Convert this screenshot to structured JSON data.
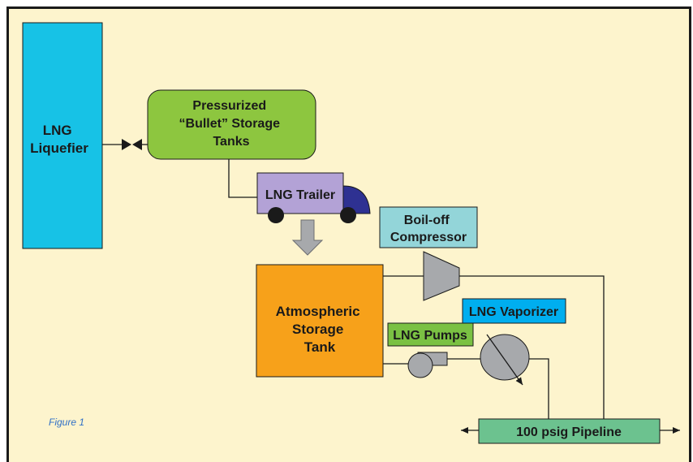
{
  "nodes": {
    "liquefier": [
      "LNG",
      "Liquefier"
    ],
    "bullet_tanks": [
      "Pressurized",
      "“Bullet” Storage",
      "Tanks"
    ],
    "trailer": "LNG Trailer",
    "boil_off": [
      "Boil-off",
      "Compressor"
    ],
    "storage_tank": [
      "Atmospheric",
      "Storage",
      "Tank"
    ],
    "pumps": "LNG Pumps",
    "vaporizer": "LNG Vaporizer",
    "pipeline": "100 psig Pipeline"
  },
  "caption": "Figure 1",
  "colors": {
    "background": "#fdf4cd",
    "liquefier": "#17c2e6",
    "bullet_tanks": "#8dc63f",
    "trailer": "#b3a2d6",
    "trailer_cab": "#2e3192",
    "boil_off": "#93d5d9",
    "storage_tank": "#f7a11a",
    "pumps": "#7ac143",
    "vaporizer": "#00aeef",
    "pipeline": "#6cc28f",
    "equipment": "#a7a9ac",
    "caption": "#2f6fc6"
  }
}
